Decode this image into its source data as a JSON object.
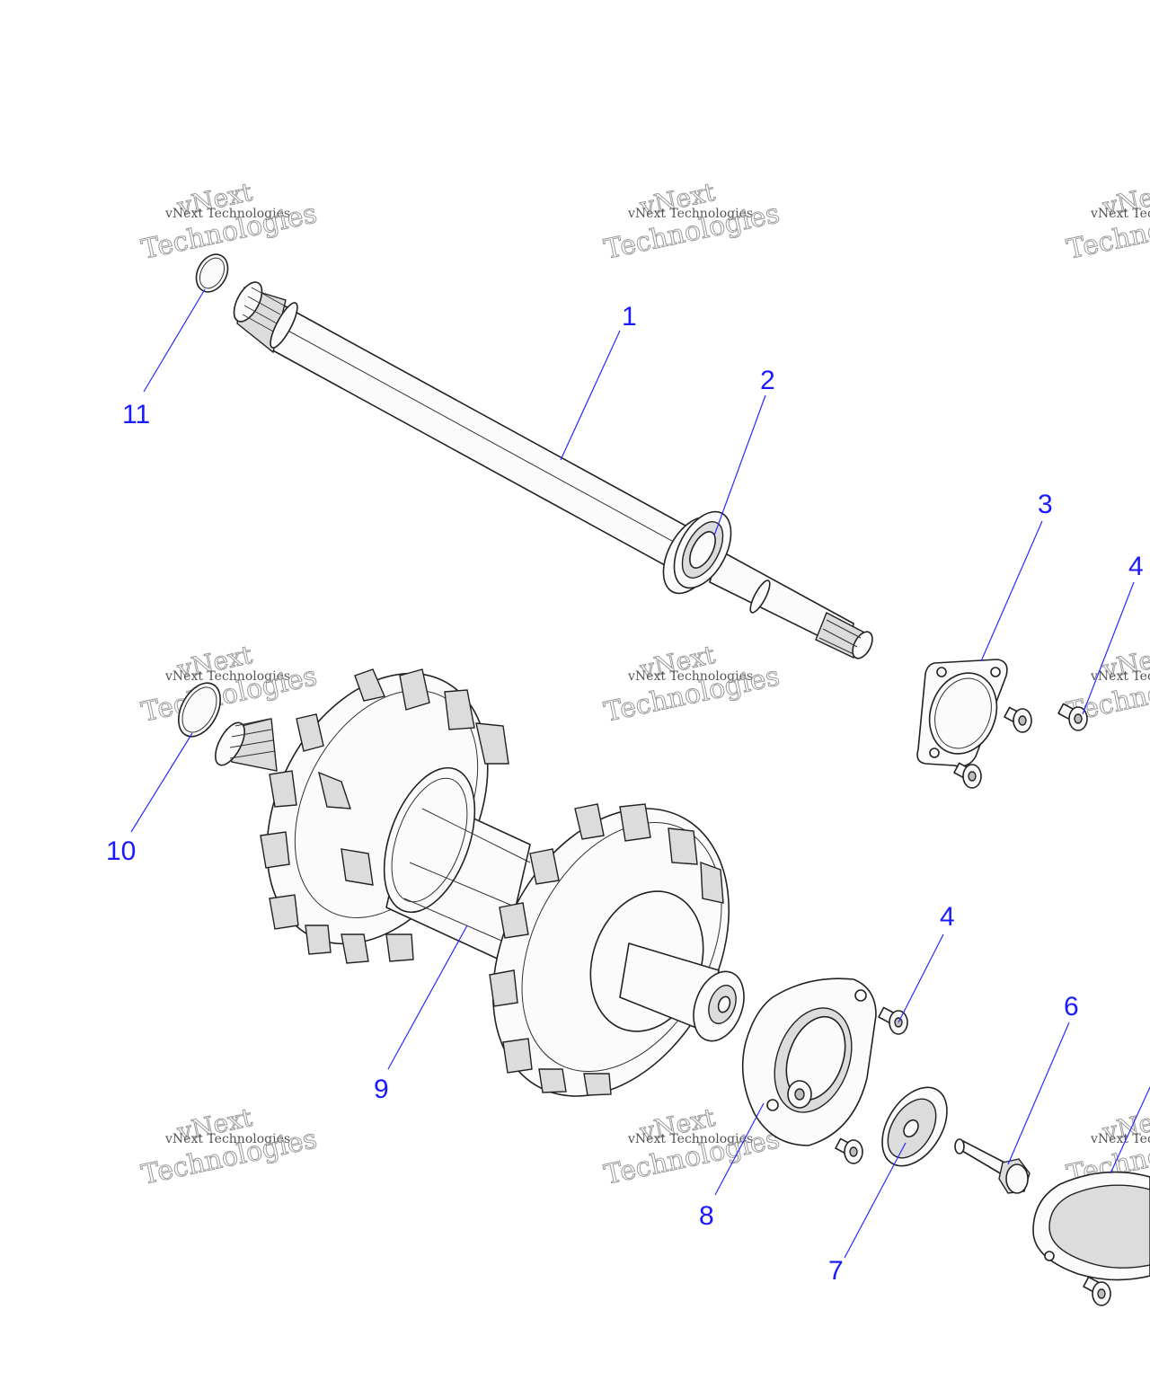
{
  "callouts": {
    "c1": "1",
    "c2": "2",
    "c3": "3",
    "c4a": "4",
    "c4b": "4",
    "c6": "6",
    "c7": "7",
    "c8": "8",
    "c9": "9",
    "c10": "10",
    "c11": "11"
  },
  "watermark": {
    "line_small": "vNext Technologies",
    "line_big_1": "vNext",
    "line_big_2": "Technologies"
  },
  "colors": {
    "callout": "#1a1aff",
    "line_art": "#222222",
    "watermark": "#9a9a9a"
  }
}
